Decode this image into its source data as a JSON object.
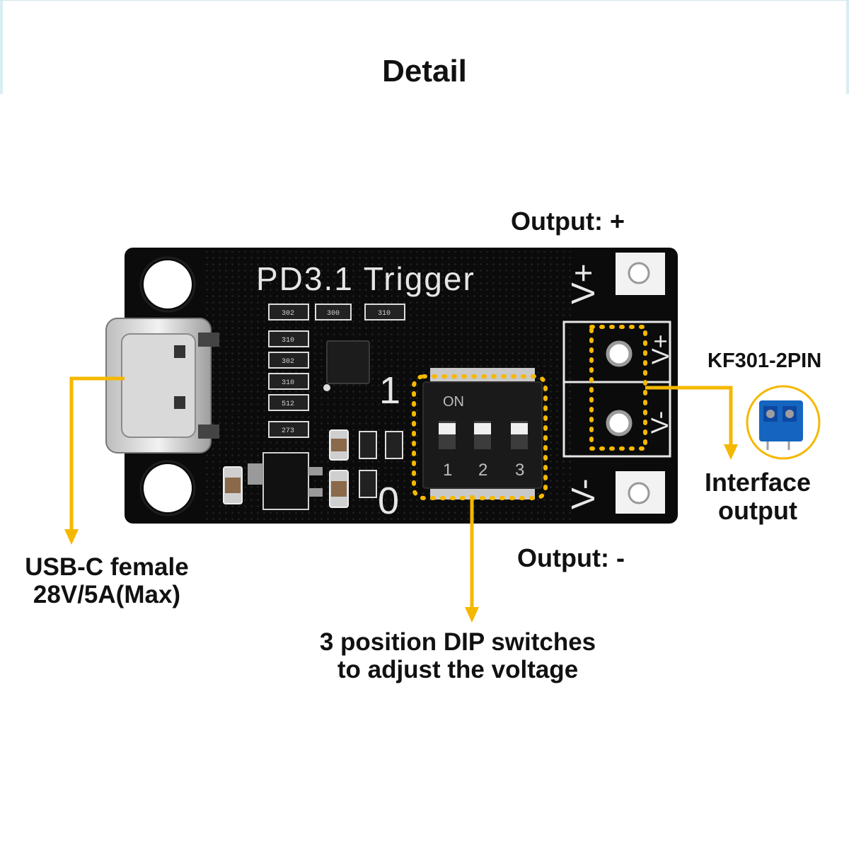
{
  "title": "Detail",
  "board": {
    "silkscreen_title": "PD3.1 Trigger",
    "vplus_mark": "V+",
    "vminus_mark": "V-",
    "terminal_plus": "V+",
    "terminal_minus": "V-",
    "switch_on": "ON",
    "switch_1": "1",
    "switch_2": "2",
    "switch_3": "3",
    "big_1": "1",
    "big_0": "0",
    "resistors": [
      "302",
      "300",
      "310",
      "310",
      "302",
      "310",
      "512",
      "273"
    ]
  },
  "labels": {
    "output_plus": "Output: +",
    "output_minus": "Output: -",
    "kf301": "KF301-2PIN",
    "interface_line1": "Interface",
    "interface_line2": "output",
    "usb_line1": "USB-C female",
    "usb_line2": "28V/5A(Max)",
    "dip_line1": "3 position DIP switches",
    "dip_line2": "to adjust the voltage"
  },
  "colors": {
    "accent": "#f5b800",
    "pcb": "#0b0b0b",
    "terminal_blue": "#1565c0"
  }
}
